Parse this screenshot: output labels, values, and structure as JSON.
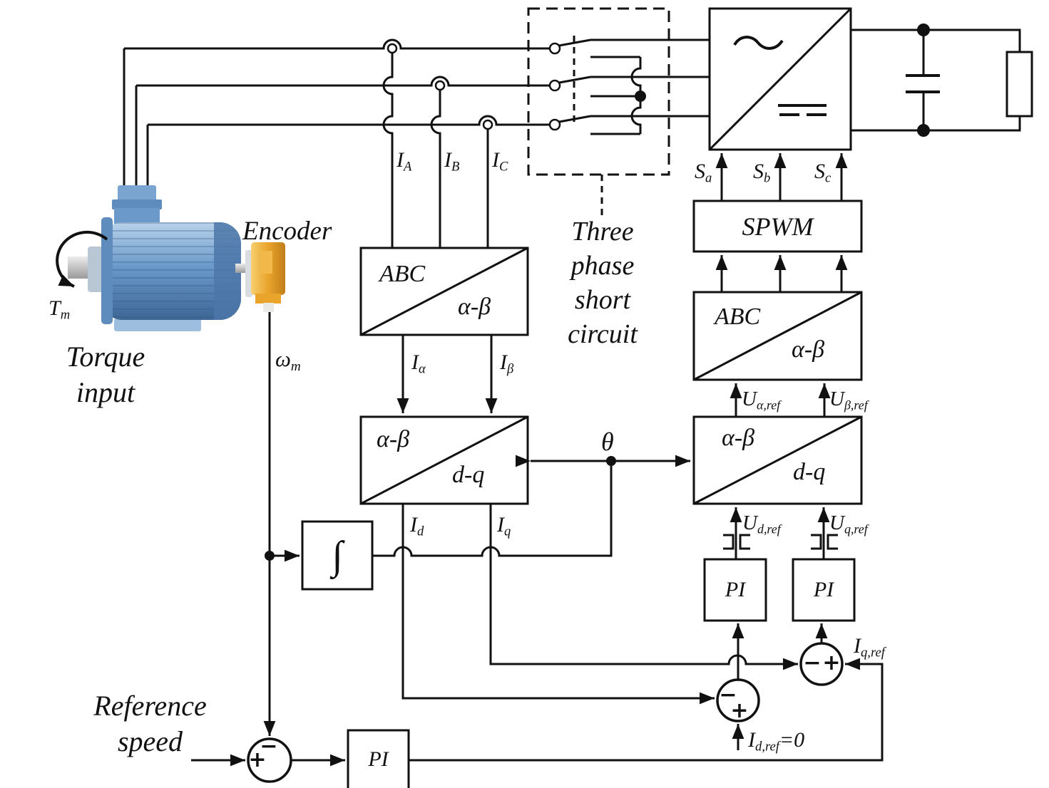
{
  "colors": {
    "line": "#111111",
    "motor_body": "#6b9aca",
    "motor_light": "#b8d2ea",
    "motor_dark": "#3d6695",
    "motor_base": "#9dbede",
    "shaft_light": "#ececec",
    "shaft_dark": "#9a9a9a",
    "encoder_orange": "#e9a42b",
    "encoder_light": "#f7cf6e",
    "encoder_dark": "#c07f1a",
    "background": "#ffffff"
  },
  "motor": {
    "encoder_label": "Encoder",
    "torque_line1": "Torque",
    "torque_line2": "input",
    "torque_symbol": {
      "main": "T",
      "sub": "m"
    },
    "speed_symbol": {
      "main": "ω",
      "sub": "m"
    }
  },
  "short_circuit_note": {
    "line1": "Three",
    "line2": "phase",
    "line3": "short",
    "line4": "circuit"
  },
  "reference_speed": {
    "line1": "Reference",
    "line2": "speed"
  },
  "signals": {
    "i_a": {
      "main": "I",
      "sub": "A"
    },
    "i_b": {
      "main": "I",
      "sub": "B"
    },
    "i_c": {
      "main": "I",
      "sub": "C"
    },
    "i_alpha": {
      "main": "I",
      "sub": "α"
    },
    "i_beta": {
      "main": "I",
      "sub": "β"
    },
    "i_d": {
      "main": "I",
      "sub": "d"
    },
    "i_q": {
      "main": "I",
      "sub": "q"
    },
    "theta": {
      "main": "θ"
    },
    "s_a": {
      "main": "S",
      "sub": "a"
    },
    "s_b": {
      "main": "S",
      "sub": "b"
    },
    "s_c": {
      "main": "S",
      "sub": "c"
    },
    "u_alpha_ref": {
      "main": "U",
      "sub": "α,ref"
    },
    "u_beta_ref": {
      "main": "U",
      "sub": "β,ref"
    },
    "u_d_ref": {
      "main": "U",
      "sub": "d,ref"
    },
    "u_q_ref": {
      "main": "U",
      "sub": "q,ref"
    },
    "i_q_ref": {
      "main": "I",
      "sub": "q,ref"
    },
    "i_d_ref": {
      "main": "I",
      "sub": "d,ref",
      "suffix": "=0"
    }
  },
  "blocks": {
    "abc_alphabeta_measure": {
      "input": "ABC",
      "output": "α-β"
    },
    "alphabeta_dq_measure": {
      "input": "α-β",
      "output": "d-q"
    },
    "integrator": {
      "label": "∫"
    },
    "spwm": {
      "label": "SPWM"
    },
    "abc_alphabeta_modulation": {
      "input": "ABC",
      "output": "α-β"
    },
    "alphabeta_dq_voltage": {
      "input": "α-β",
      "output": "d-q"
    },
    "pi_d": {
      "label": "PI"
    },
    "pi_q": {
      "label": "PI"
    },
    "pi_speed": {
      "label": "PI"
    }
  },
  "sum_junctions": {
    "speed": {
      "top_sign": "−",
      "left_sign": "+"
    },
    "d_axis": {
      "left_sign": "−",
      "bottom_sign": "+"
    },
    "q_axis": {
      "left_sign": "−",
      "right_sign": "+"
    }
  }
}
